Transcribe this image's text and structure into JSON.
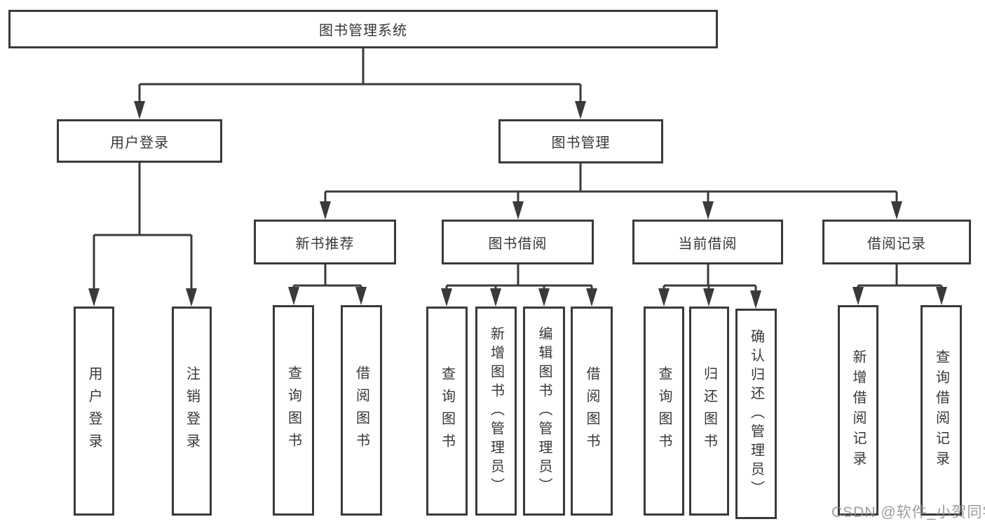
{
  "diagram": {
    "title_node": {
      "label": "图书管理系统"
    },
    "level2": [
      {
        "label": "用户登录"
      },
      {
        "label": "图书管理"
      }
    ],
    "level3": [
      {
        "label": "新书推荐"
      },
      {
        "label": "图书借阅"
      },
      {
        "label": "当前借阅"
      },
      {
        "label": "借阅记录"
      }
    ],
    "leaves": {
      "user_login": [
        {
          "label": "用户登录"
        },
        {
          "label": "注销登录"
        }
      ],
      "new_book_recommend": [
        {
          "label": "查询图书"
        },
        {
          "label": "借阅图书"
        }
      ],
      "book_borrow": [
        {
          "label": "查询图书"
        },
        {
          "label": "新增图书（管理员）"
        },
        {
          "label": "编辑图书（管理员）"
        },
        {
          "label": "借阅图书"
        }
      ],
      "current_borrow": [
        {
          "label": "查询图书"
        },
        {
          "label": "归还图书"
        },
        {
          "label": "确认归还（管理员）"
        }
      ],
      "borrow_records": [
        {
          "label": "新增借阅记录"
        },
        {
          "label": "查询借阅记录"
        }
      ]
    }
  },
  "watermark": {
    "text": "CSDN @软件_小贺同学"
  },
  "colors": {
    "line": "#3a3a3a",
    "text": "#373737",
    "background": "#ffffff",
    "watermark": "#868686"
  }
}
